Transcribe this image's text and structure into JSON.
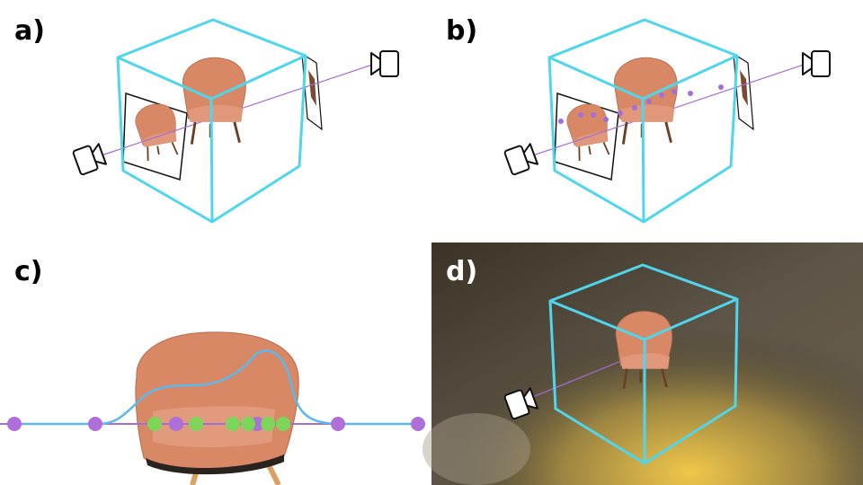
{
  "panels": [
    {
      "label": "a)"
    },
    {
      "label": "b)"
    },
    {
      "label": "c)"
    },
    {
      "label": "d)"
    }
  ],
  "colors": {
    "bounding_box": "#4fd6ec",
    "ray": "#a46ddc",
    "sample_point": "#b06fd8",
    "importance_sample": "#7dd65a",
    "density_curve": "#5bb9ef",
    "chair": "#d98866"
  }
}
